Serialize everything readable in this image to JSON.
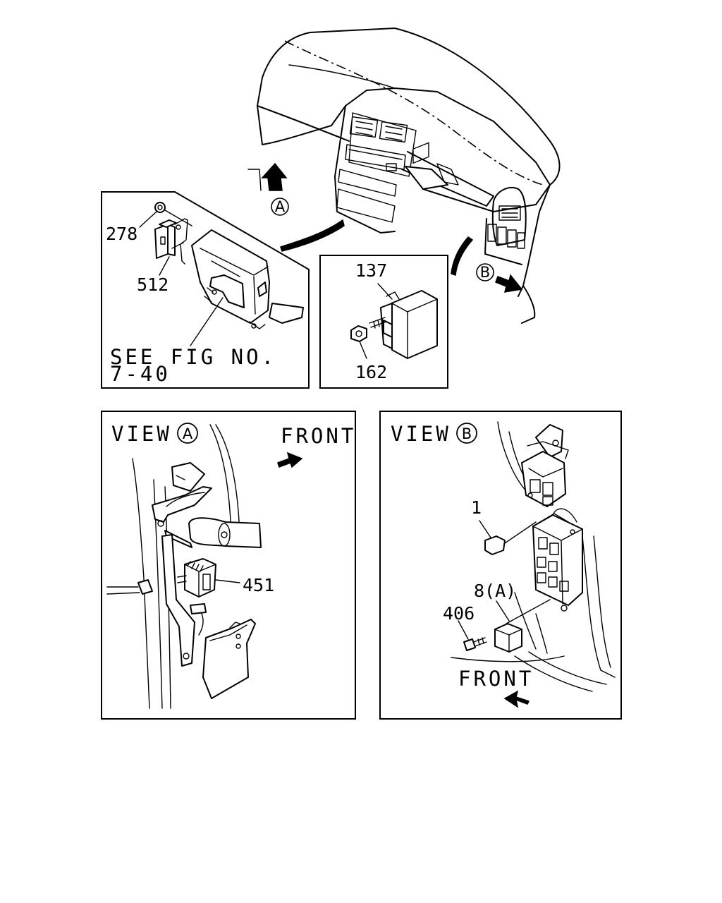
{
  "views": {
    "view_a": {
      "title": "VIEW",
      "marker": "A",
      "direction": "FRONT"
    },
    "view_b": {
      "title": "VIEW",
      "marker": "B",
      "direction": "FRONT"
    }
  },
  "main": {
    "marker_a": "A",
    "marker_b": "B"
  },
  "detail_left": {
    "note_line1": "SEE FIG NO.",
    "note_line2": "7-40"
  },
  "callouts": {
    "p278": "278",
    "p512": "512",
    "p137": "137",
    "p162": "162",
    "p451": "451",
    "p1": "1",
    "p8a": "8(A)",
    "p406": "406"
  },
  "icons": [
    "dashboard-illustration",
    "direction-arrow-icon",
    "relay-icon",
    "bolt-icon",
    "nut-icon",
    "fuse-box-icon",
    "connector-icon"
  ]
}
